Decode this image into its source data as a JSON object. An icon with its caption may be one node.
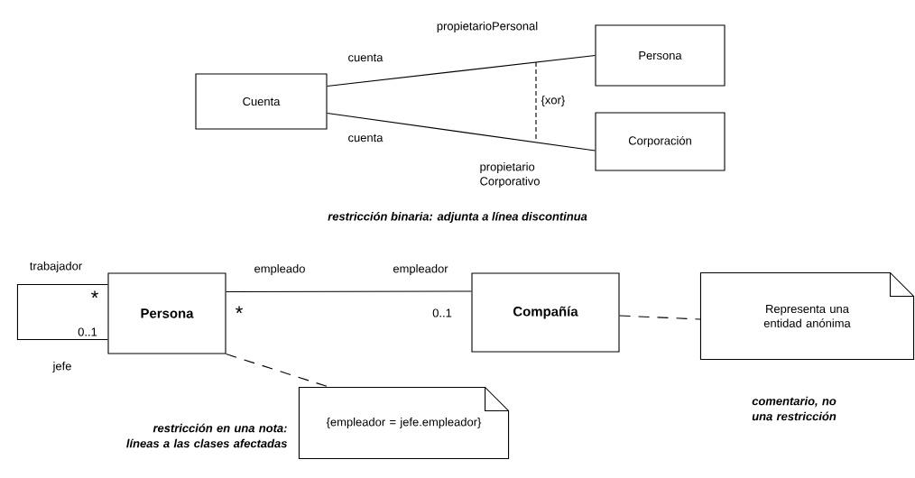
{
  "diagram": {
    "nodes": [
      {
        "text": [
          "Cuenta"
        ]
      },
      {
        "text": [
          "Persona"
        ]
      },
      {
        "text": [
          "Corporación"
        ]
      },
      {
        "text": [
          "Persona"
        ]
      },
      {
        "text": [
          "Compañía"
        ]
      },
      {
        "text": [
          "Representa una entidad anónima"
        ]
      },
      {
        "text": [
          "{empleador = jefe.empleador}"
        ]
      }
    ],
    "edges": [
      {
        "from": 0,
        "to": 1,
        "arrow": "none"
      },
      {
        "from": 0,
        "to": 2,
        "arrow": "none"
      },
      {
        "from": 3,
        "to": 3,
        "arrow": "none"
      },
      {
        "from": 3,
        "to": 4,
        "arrow": "none"
      },
      {
        "from": 4,
        "to": 5,
        "arrow": "none",
        "style": "dashed"
      },
      {
        "from": 3,
        "to": 6,
        "arrow": "none",
        "style": "dashed"
      }
    ],
    "labels": [
      "propietarioPersonal",
      "cuenta",
      "{xor}",
      "cuenta",
      "propietario Corporativo",
      "restricción binaria: adjunta a línea discontinua",
      "trabajador",
      "empleado",
      "empleador",
      "*",
      "*",
      "0..1",
      "0..1",
      "jefe",
      "comentario, no una restricción",
      "restricción en una nota: líneas a las clases afectadas"
    ]
  }
}
